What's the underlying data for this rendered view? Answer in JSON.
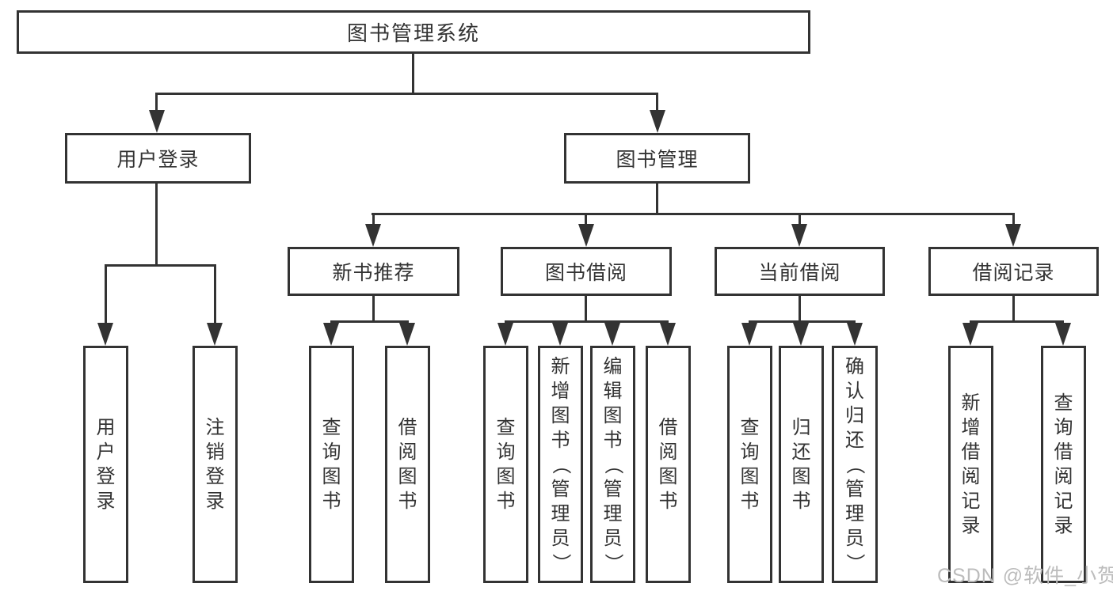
{
  "diagram_title": "图书管理系统",
  "watermark": "CSDN @软件_小贺同学",
  "colors": {
    "line": "#333333",
    "text": "#333333",
    "box_background": "#ffffff",
    "watermark": "#bcbcbc"
  },
  "tree": {
    "root": {
      "label": "图书管理系统"
    },
    "branches": [
      {
        "label": "用户登录",
        "children": [
          "用户登录",
          "注销登录"
        ]
      },
      {
        "label": "图书管理",
        "children": [
          {
            "label": "新书推荐",
            "children": [
              "查询图书",
              "借阅图书"
            ]
          },
          {
            "label": "图书借阅",
            "children": [
              "查询图书",
              "新增图书（管理员）",
              "编辑图书（管理员）",
              "借阅图书"
            ]
          },
          {
            "label": "当前借阅",
            "children": [
              "查询图书",
              "归还图书",
              "确认归还（管理员）"
            ]
          },
          {
            "label": "借阅记录",
            "children": [
              "新增借阅记录",
              "查询借阅记录"
            ]
          }
        ]
      }
    ]
  }
}
